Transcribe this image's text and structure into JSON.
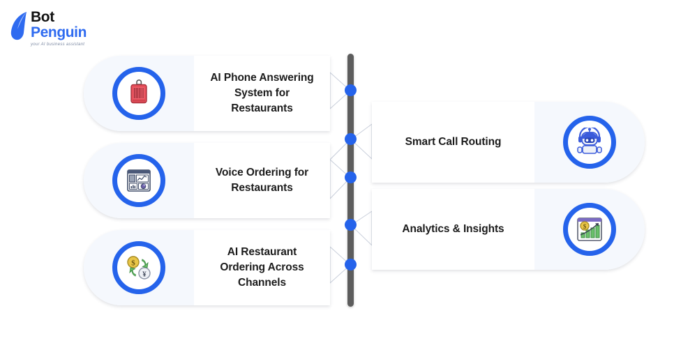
{
  "brand": {
    "name_part1": "Bot",
    "name_part2": "Penguin",
    "tagline": "your AI business assistant",
    "mark_icon": "penguin-logo-icon",
    "color_primary": "#2f6bf0",
    "color_text": "#111111"
  },
  "theme": {
    "background": "#ffffff",
    "accent_blue": "#2563eb",
    "icon_pane_bg": "#f5f8fd",
    "spine_gray": "#5d5d5d",
    "card_bg": "#ffffff",
    "title_color": "#1b1b1b"
  },
  "diagram": {
    "type": "timeline-spine",
    "spine": {
      "dot_count": 5,
      "dot_positions_y": [
        130,
        200,
        255,
        323,
        380
      ],
      "color": "#5d5d5d",
      "dot_color": "#2563eb"
    },
    "left_cards": [
      {
        "id": "card-1",
        "title": "AI Phone Answering System for Restaurants",
        "icon": "price-tag-icon",
        "icon_colors": [
          "#e8505b",
          "#c23b47"
        ]
      },
      {
        "id": "card-2",
        "title": "Voice Ordering for Restaurants",
        "icon": "analytics-dashboard-icon",
        "icon_colors": [
          "#3d4a66",
          "#8a93a8",
          "#6b5fa8"
        ]
      },
      {
        "id": "card-3",
        "title": "AI Restaurant Ordering Across Channels",
        "icon": "currency-exchange-icon",
        "icon_colors": [
          "#e8c547",
          "#6abf69",
          "#dfe3ea"
        ]
      }
    ],
    "right_cards": [
      {
        "id": "card-4",
        "title": "Smart Call Routing",
        "icon": "robot-headset-icon",
        "icon_colors": [
          "#3b5bdb",
          "#e9edf5",
          "#1e3a8a"
        ]
      },
      {
        "id": "card-5",
        "title": "Analytics & Insights",
        "icon": "growth-chart-coin-icon",
        "icon_colors": [
          "#6abf69",
          "#e8c547",
          "#7b6bc4"
        ]
      }
    ]
  }
}
